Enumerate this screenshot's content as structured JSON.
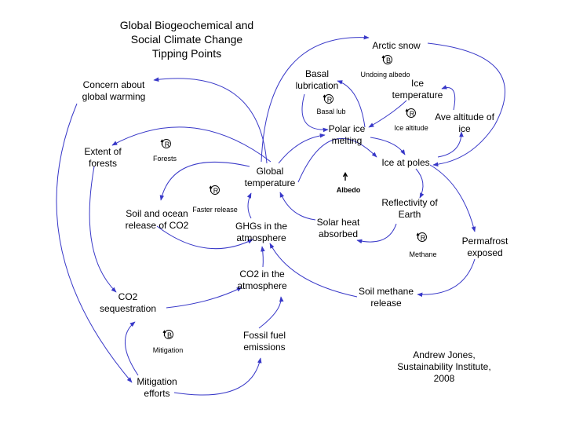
{
  "title": [
    "Global Biogeochemical and",
    "Social Climate Change",
    "Tipping Points"
  ],
  "nodes": {
    "concern": [
      "Concern about",
      "global warming"
    ],
    "forests": [
      "Extent of",
      "forests"
    ],
    "soil_ocean": [
      "Soil and ocean",
      "release of CO2"
    ],
    "global_temp": [
      "Global",
      "temperature"
    ],
    "ghgs": [
      "GHGs in the",
      "atmosphere"
    ],
    "co2_atm": [
      "CO2 in the",
      "atmosphere"
    ],
    "co2_seq": [
      "CO2",
      "sequestration"
    ],
    "fossil": [
      "Fossil fuel",
      "emissions"
    ],
    "mitigation": [
      "Mitigation",
      "efforts"
    ],
    "arctic_snow": [
      "Arctic snow"
    ],
    "basal": [
      "Basal",
      "lubrication"
    ],
    "ice_temp": [
      "Ice",
      "temperature"
    ],
    "polar_ice": [
      "Polar ice",
      "melting"
    ],
    "ave_alt": [
      "Ave altitude of",
      "ice"
    ],
    "ice_poles": [
      "Ice at poles"
    ],
    "reflectivity": [
      "Reflectivity of",
      "Earth"
    ],
    "solar": [
      "Solar heat",
      "absorbed"
    ],
    "permafrost": [
      "Permafrost",
      "exposed"
    ],
    "soil_methane": [
      "Soil methane",
      "release"
    ]
  },
  "loops": {
    "undoing_albedo": {
      "polarity": "B",
      "label": "Undoing albedo"
    },
    "basal_lub": {
      "polarity": "R",
      "label": "Basal lub"
    },
    "ice_altitude": {
      "polarity": "R",
      "label": "Ice altitude"
    },
    "forests": {
      "polarity": "R",
      "label": "Forests"
    },
    "faster_release": {
      "polarity": "R",
      "label": "Faster release"
    },
    "albedo": {
      "polarity": "",
      "label": "Albedo"
    },
    "methane": {
      "polarity": "R",
      "label": "Methane"
    },
    "mitigation": {
      "polarity": "B",
      "label": "Mitigation"
    }
  },
  "credit": [
    "Andrew Jones,",
    "Sustainability Institute,",
    "2008"
  ],
  "colors": {
    "arrow": "#3838c8",
    "text": "#000000"
  }
}
